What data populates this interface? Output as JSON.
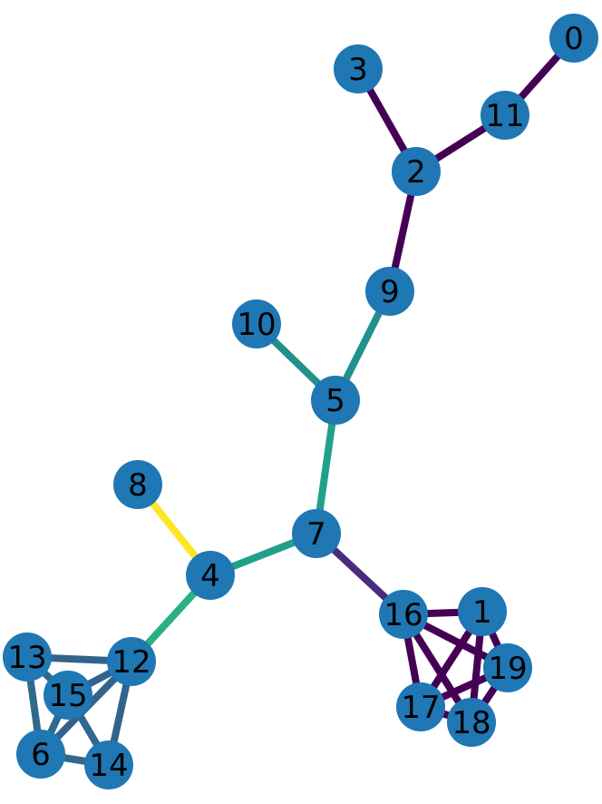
{
  "graph": {
    "node_color": "#1f77b4",
    "label_color": "#000000",
    "nodes": [
      {
        "id": "0"
      },
      {
        "id": "1"
      },
      {
        "id": "2"
      },
      {
        "id": "3"
      },
      {
        "id": "4"
      },
      {
        "id": "5"
      },
      {
        "id": "6"
      },
      {
        "id": "7"
      },
      {
        "id": "8"
      },
      {
        "id": "9"
      },
      {
        "id": "10"
      },
      {
        "id": "11"
      },
      {
        "id": "12"
      },
      {
        "id": "13"
      },
      {
        "id": "14"
      },
      {
        "id": "15"
      },
      {
        "id": "16"
      },
      {
        "id": "17"
      },
      {
        "id": "18"
      },
      {
        "id": "19"
      }
    ],
    "edges": [
      {
        "source": "0",
        "target": "11",
        "color": "#440154"
      },
      {
        "source": "11",
        "target": "2",
        "color": "#440154"
      },
      {
        "source": "3",
        "target": "2",
        "color": "#440154"
      },
      {
        "source": "2",
        "target": "9",
        "color": "#440154"
      },
      {
        "source": "9",
        "target": "5",
        "color": "#21918c"
      },
      {
        "source": "10",
        "target": "5",
        "color": "#21918c"
      },
      {
        "source": "5",
        "target": "7",
        "color": "#21a08a"
      },
      {
        "source": "7",
        "target": "4",
        "color": "#21a08a"
      },
      {
        "source": "7",
        "target": "16",
        "color": "#472d7b"
      },
      {
        "source": "8",
        "target": "4",
        "color": "#fde725"
      },
      {
        "source": "4",
        "target": "12",
        "color": "#2bb07f"
      },
      {
        "source": "12",
        "target": "13",
        "color": "#33638d"
      },
      {
        "source": "12",
        "target": "15",
        "color": "#33638d"
      },
      {
        "source": "12",
        "target": "6",
        "color": "#33638d"
      },
      {
        "source": "12",
        "target": "14",
        "color": "#33638d"
      },
      {
        "source": "13",
        "target": "15",
        "color": "#31688e"
      },
      {
        "source": "13",
        "target": "6",
        "color": "#31688e"
      },
      {
        "source": "15",
        "target": "6",
        "color": "#31688e"
      },
      {
        "source": "15",
        "target": "14",
        "color": "#31688e"
      },
      {
        "source": "6",
        "target": "14",
        "color": "#31688e"
      },
      {
        "source": "16",
        "target": "1",
        "color": "#440154"
      },
      {
        "source": "16",
        "target": "19",
        "color": "#440154"
      },
      {
        "source": "16",
        "target": "17",
        "color": "#440154"
      },
      {
        "source": "16",
        "target": "18",
        "color": "#440154"
      },
      {
        "source": "1",
        "target": "19",
        "color": "#440154"
      },
      {
        "source": "1",
        "target": "17",
        "color": "#440154"
      },
      {
        "source": "1",
        "target": "18",
        "color": "#440154"
      },
      {
        "source": "19",
        "target": "17",
        "color": "#440154"
      },
      {
        "source": "19",
        "target": "18",
        "color": "#440154"
      },
      {
        "source": "17",
        "target": "18",
        "color": "#440154"
      }
    ]
  }
}
